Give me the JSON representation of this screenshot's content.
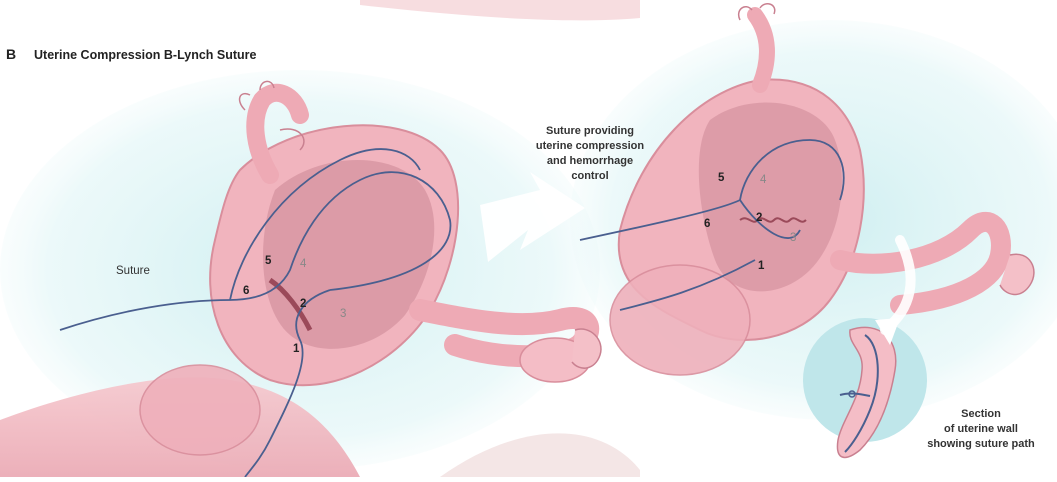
{
  "panel": {
    "letter": "B",
    "title": "Uterine Compression B-Lynch Suture"
  },
  "labels": {
    "suture": "Suture",
    "compression_callout": [
      "Suture providing",
      "uterine compression",
      "and hemorrhage",
      "control"
    ],
    "section_callout": [
      "Section",
      "of uterine wall",
      "showing suture path"
    ]
  },
  "left_view_steps": [
    "1",
    "2",
    "3",
    "4",
    "5",
    "6"
  ],
  "right_view_steps": [
    "1",
    "2",
    "3",
    "4",
    "5",
    "6"
  ],
  "colors": {
    "background_wash": "#cdeef0",
    "uterus_outer": "#f2b8c0",
    "uterus_inner": "#d99aa6",
    "suture_line": "#4a5f8f",
    "arrow": "#ffffff"
  }
}
